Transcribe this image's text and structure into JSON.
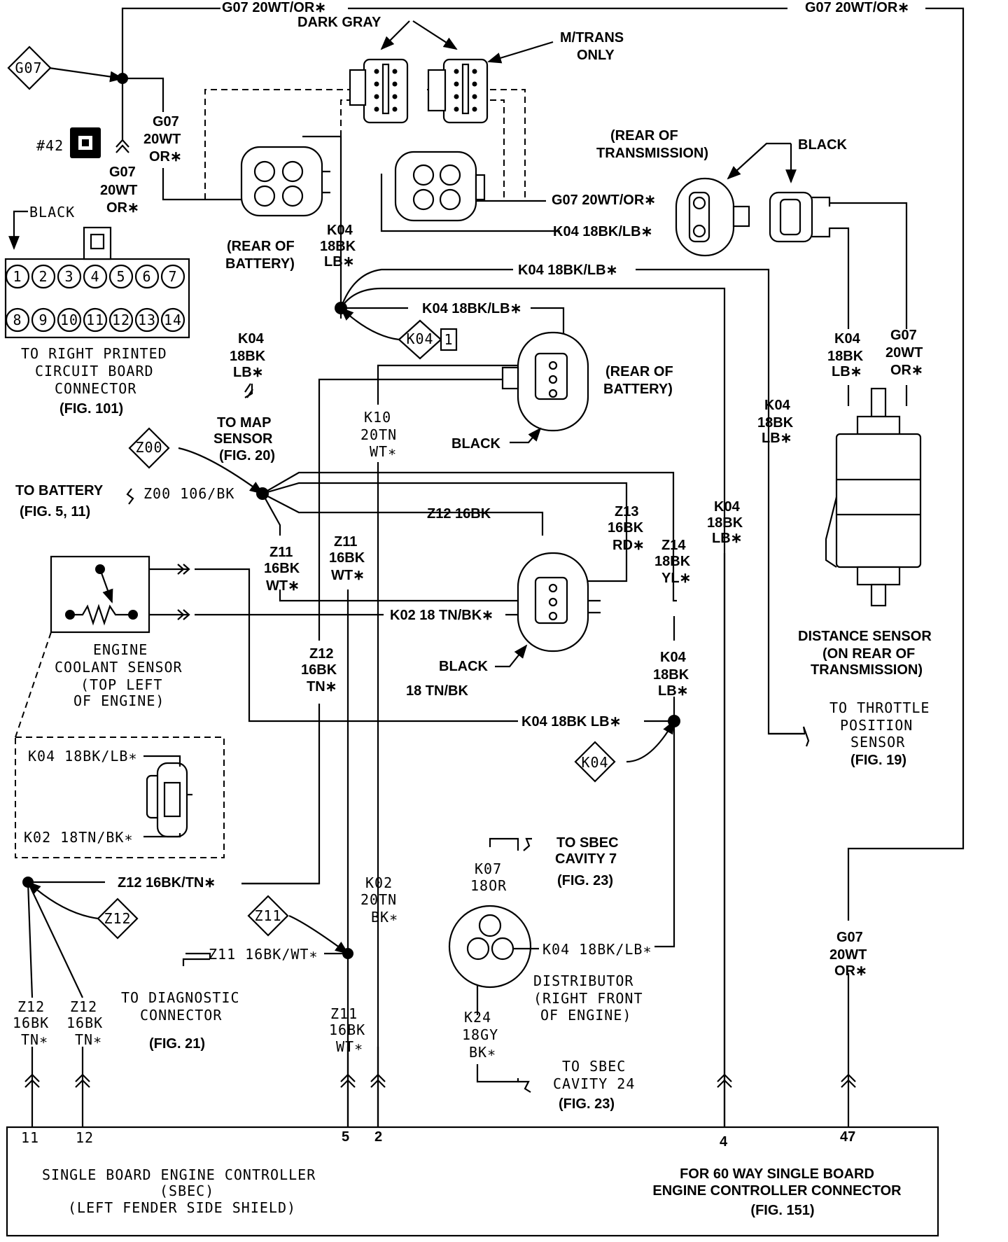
{
  "wires": {
    "g07_top_center": "G07 20WT/OR∗",
    "g07_top_right": "G07 20WT/OR∗",
    "g07_a": [
      "G07",
      "20WT",
      "OR∗"
    ],
    "g07_b": [
      "G07",
      "20WT",
      "OR∗"
    ],
    "g07_right_conn": "G07 20WT/OR∗",
    "k04_right_conn": "K04 18BK/LB∗",
    "k04_mid_long": "K04 18BK/LB∗",
    "k04_map": "K04 18BK/LB∗",
    "k04_rear_batt": [
      "K04",
      "18BK",
      "LB∗"
    ],
    "k04_left": [
      "K04",
      "18BK",
      "LB∗"
    ],
    "k10": [
      "K10",
      "20TN",
      "WT∗"
    ],
    "k04_center": [
      "K04",
      "18BK",
      "LB∗"
    ],
    "k04_tps": [
      "K04",
      "18BK",
      "LB∗"
    ],
    "k04_dist_sensor": [
      "K04",
      "18BK",
      "LB∗"
    ],
    "g07_dist_sensor": [
      "G07",
      "20WT",
      "OR∗"
    ],
    "z00": "Z00 106/BK",
    "z12_top": "Z12 16BK",
    "z13": [
      "Z13",
      "16BK",
      "RD∗"
    ],
    "z14": [
      "Z14",
      "18BK",
      "YL∗"
    ],
    "z11_left": [
      "Z11",
      "16BK",
      "WT∗"
    ],
    "z11_mid": [
      "Z11",
      "16BK",
      "WT∗"
    ],
    "k02_mid": "K02 18 TN/BK∗",
    "k04_lower_center": [
      "K04",
      "18BK",
      "LB∗"
    ],
    "z12_mid": [
      "Z12",
      "16BK",
      "TN∗"
    ],
    "tn_bk_18": "18 TN/BK",
    "k04_lower": "K04  18BK LB∗",
    "inset_k04": "K04  18BK/LB∗",
    "inset_k02": "K02  18TN/BK∗",
    "z12_lower": "Z12  16BK/TN∗",
    "z11_lower": "Z11  16BK/WT∗",
    "k02_lower": [
      "K02",
      "20TN",
      "BK∗"
    ],
    "z11_bottom": [
      "Z11",
      "16BK",
      "WT∗"
    ],
    "z12_bottom_a": [
      "Z12",
      "16BK",
      "TN∗"
    ],
    "z12_bottom_b": [
      "Z12",
      "16BK",
      "TN∗"
    ],
    "k07": [
      "K07",
      "18OR"
    ],
    "k04_dist": "K04  18BK/LB∗",
    "k24": [
      "K24",
      "18GY",
      "BK∗"
    ],
    "g07_bottom": [
      "G07",
      "20WT",
      "OR∗"
    ]
  },
  "tags": {
    "g07": "G07",
    "k04_1": "K04",
    "k04_1_num": "1",
    "z00": "Z00",
    "k04_2": "K04",
    "z12": "Z12",
    "z11": "Z11",
    "ref42": "#42"
  },
  "labels": {
    "dark_gray": "DARK GRAY",
    "m_trans": [
      "M/TRANS",
      "ONLY"
    ],
    "rear_of_transmission": [
      "(REAR OF",
      "TRANSMISSION)"
    ],
    "black_top": "BLACK",
    "black_conn": "BLACK",
    "rear_of_battery_1": [
      "(REAR OF",
      "BATTERY)"
    ],
    "rear_of_battery_2": [
      "(REAR OF",
      "BATTERY)"
    ],
    "black_mid": "BLACK",
    "black_low": "BLACK",
    "to_right_pcb": [
      "TO RIGHT PRINTED",
      "CIRCUIT BOARD",
      "CONNECTOR"
    ],
    "fig101": "(FIG. 101)",
    "to_map": [
      "TO MAP",
      "SENSOR",
      "(FIG. 20)"
    ],
    "to_battery": "TO BATTERY",
    "fig5_11": "(FIG. 5, 11)",
    "ects": [
      "ENGINE",
      "COOLANT SENSOR",
      "(TOP LEFT",
      "OF ENGINE)"
    ],
    "distance_sensor": [
      "DISTANCE SENSOR",
      "(ON REAR OF",
      "TRANSMISSION)"
    ],
    "to_tps": [
      "TO THROTTLE",
      "POSITION",
      "SENSOR"
    ],
    "fig19": "(FIG. 19)",
    "sbec7": [
      "TO SBEC",
      "CAVITY 7"
    ],
    "fig23_a": "(FIG. 23)",
    "diag": [
      "TO DIAGNOSTIC",
      "CONNECTOR"
    ],
    "fig21": "(FIG. 21)",
    "distributor": [
      "DISTRIBUTOR",
      "(RIGHT FRONT",
      "OF ENGINE)"
    ],
    "sbec24": [
      "TO SBEC",
      "CAVITY 24"
    ],
    "fig23_b": "(FIG. 23)",
    "sbec": [
      "SINGLE BOARD ENGINE CONTROLLER",
      "(SBEC)",
      "(LEFT FENDER SIDE SHIELD)"
    ],
    "connector60": [
      "FOR 60 WAY SINGLE BOARD",
      "ENGINE CONTROLLER CONNECTOR",
      "(FIG. 151)"
    ],
    "pins": [
      "11",
      "12",
      "5",
      "2",
      "4",
      "47"
    ],
    "pcb_pins": [
      "1",
      "2",
      "3",
      "4",
      "5",
      "6",
      "7",
      "8",
      "9",
      "10",
      "11",
      "12",
      "13",
      "14"
    ]
  }
}
